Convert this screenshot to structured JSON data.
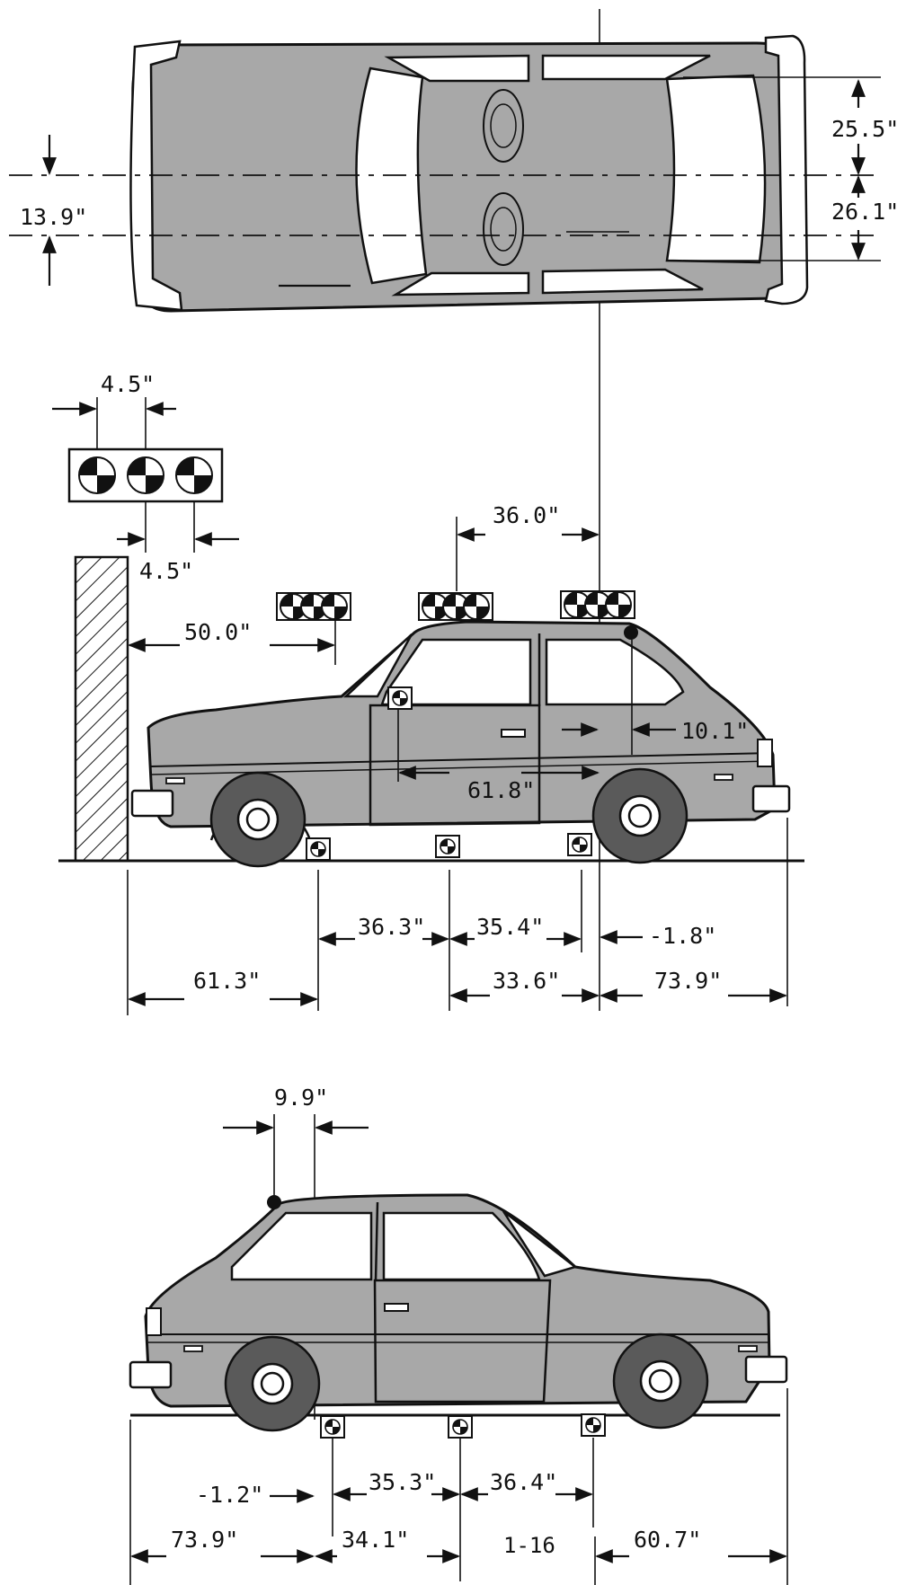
{
  "top_view": {
    "dims": {
      "d25_5": "25.5\"",
      "d26_1": "26.1\"",
      "d13_9": "13.9\""
    }
  },
  "side_view_1": {
    "dims": {
      "d4_5_top": "4.5\"",
      "d4_5_bottom": "4.5\"",
      "d36_0": "36.0\"",
      "d50_0": "50.0\"",
      "d10_1": "10.1\"",
      "d61_8": "61.8\"",
      "d36_3": "36.3\"",
      "d35_4": "35.4\"",
      "dneg1_8": "-1.8\"",
      "d61_3": "61.3\"",
      "d33_6": "33.6\"",
      "d73_9": "73.9\""
    }
  },
  "side_view_2": {
    "dims": {
      "d9_9": "9.9\"",
      "dneg1_2": "-1.2\"",
      "d35_3": "35.3\"",
      "d36_4": "36.4\"",
      "d73_9": "73.9\"",
      "d34_1": "34.1\"",
      "d60_7": "60.7\""
    }
  },
  "page_number": "1-16"
}
